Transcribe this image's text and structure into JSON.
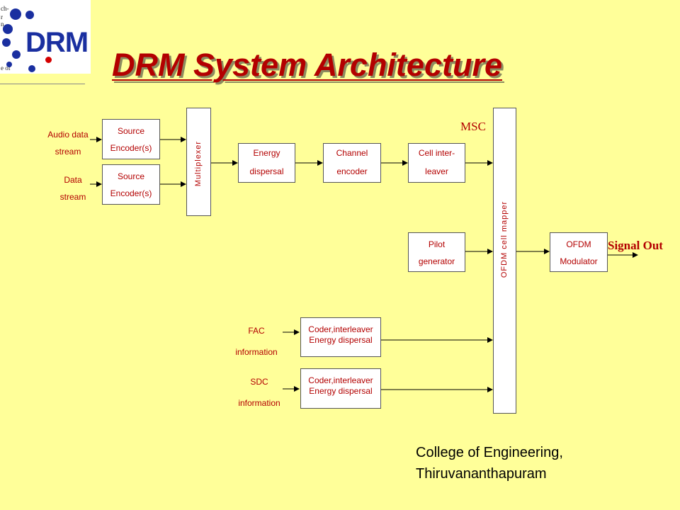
{
  "logo": {
    "fragments": [
      "ch-",
      "r",
      "n",
      "e of"
    ],
    "word": "DRM"
  },
  "title": "DRM System Architecture",
  "inputs": {
    "audio": [
      "Audio data",
      "stream"
    ],
    "data": [
      "Data",
      "stream"
    ],
    "fac": [
      "FAC",
      "information"
    ],
    "sdc": [
      "SDC",
      "information"
    ]
  },
  "blocks": {
    "source1": [
      "Source",
      "Encoder(s)"
    ],
    "source2": [
      "Source",
      "Encoder(s)"
    ],
    "multiplexer": "Multiplexer",
    "energy": [
      "Energy",
      "dispersal"
    ],
    "channel": [
      "Channel",
      "encoder"
    ],
    "cell": [
      "Cell inter-",
      "leaver"
    ],
    "pilot": [
      "Pilot",
      "generator"
    ],
    "mapper": "OFDM cell mapper",
    "ofdm": [
      "OFDM",
      "Modulator"
    ],
    "fac_coder": [
      "Coder,interleaver",
      "Energy dispersal"
    ],
    "sdc_coder": [
      "Coder,interleaver",
      "Energy dispersal"
    ]
  },
  "msc": "MSC",
  "signal_out": "Signal Out",
  "footer": [
    "College of Engineering,",
    "Thiruvananthapuram"
  ],
  "colors": {
    "background": "#ffff99",
    "text": "#b30000",
    "title": "#b30000",
    "logo_blue": "#1a2fa0",
    "logo_red": "#d40000"
  }
}
